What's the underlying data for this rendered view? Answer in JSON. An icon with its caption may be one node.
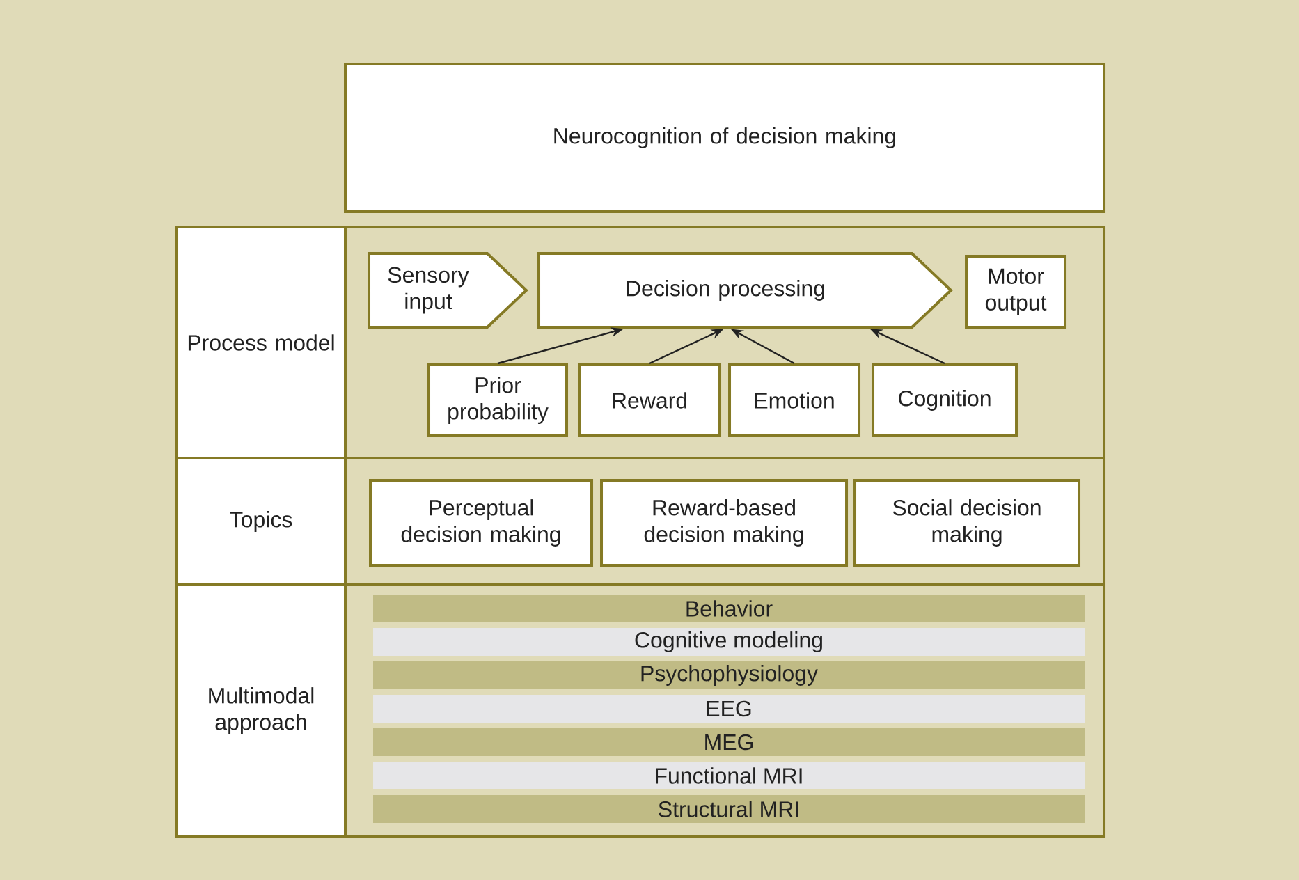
{
  "diagram": {
    "nodes": [
      {
        "text": [
          "Neurocognition of decision making"
        ]
      },
      {
        "text": [
          "Process model"
        ]
      },
      {
        "text": [
          "Sensory input"
        ]
      },
      {
        "text": [
          "Decision processing"
        ]
      },
      {
        "text": [
          "Motor output"
        ]
      },
      {
        "text": [
          "Prior probability"
        ]
      },
      {
        "text": [
          "Reward"
        ]
      },
      {
        "text": [
          "Emotion"
        ]
      },
      {
        "text": [
          "Cognition"
        ]
      },
      {
        "text": [
          "Topics"
        ]
      },
      {
        "text": [
          "Perceptual decision making"
        ]
      },
      {
        "text": [
          "Reward-based decision making"
        ]
      },
      {
        "text": [
          "Social decision making"
        ]
      },
      {
        "text": [
          "Multimodal approach"
        ]
      },
      {
        "text": [
          "Behavior"
        ]
      },
      {
        "text": [
          "Cognitive modeling"
        ]
      },
      {
        "text": [
          "Psychophysiology"
        ]
      },
      {
        "text": [
          "EEG"
        ]
      },
      {
        "text": [
          "MEG"
        ]
      },
      {
        "text": [
          "Functional MRI"
        ]
      },
      {
        "text": [
          "Structural MRI"
        ]
      }
    ],
    "edges": [
      {
        "from": 5,
        "to": 3,
        "arrow": "to"
      },
      {
        "from": 6,
        "to": 3,
        "arrow": "to"
      },
      {
        "from": 7,
        "to": 3,
        "arrow": "to"
      },
      {
        "from": 8,
        "to": 3,
        "arrow": "to"
      }
    ]
  }
}
